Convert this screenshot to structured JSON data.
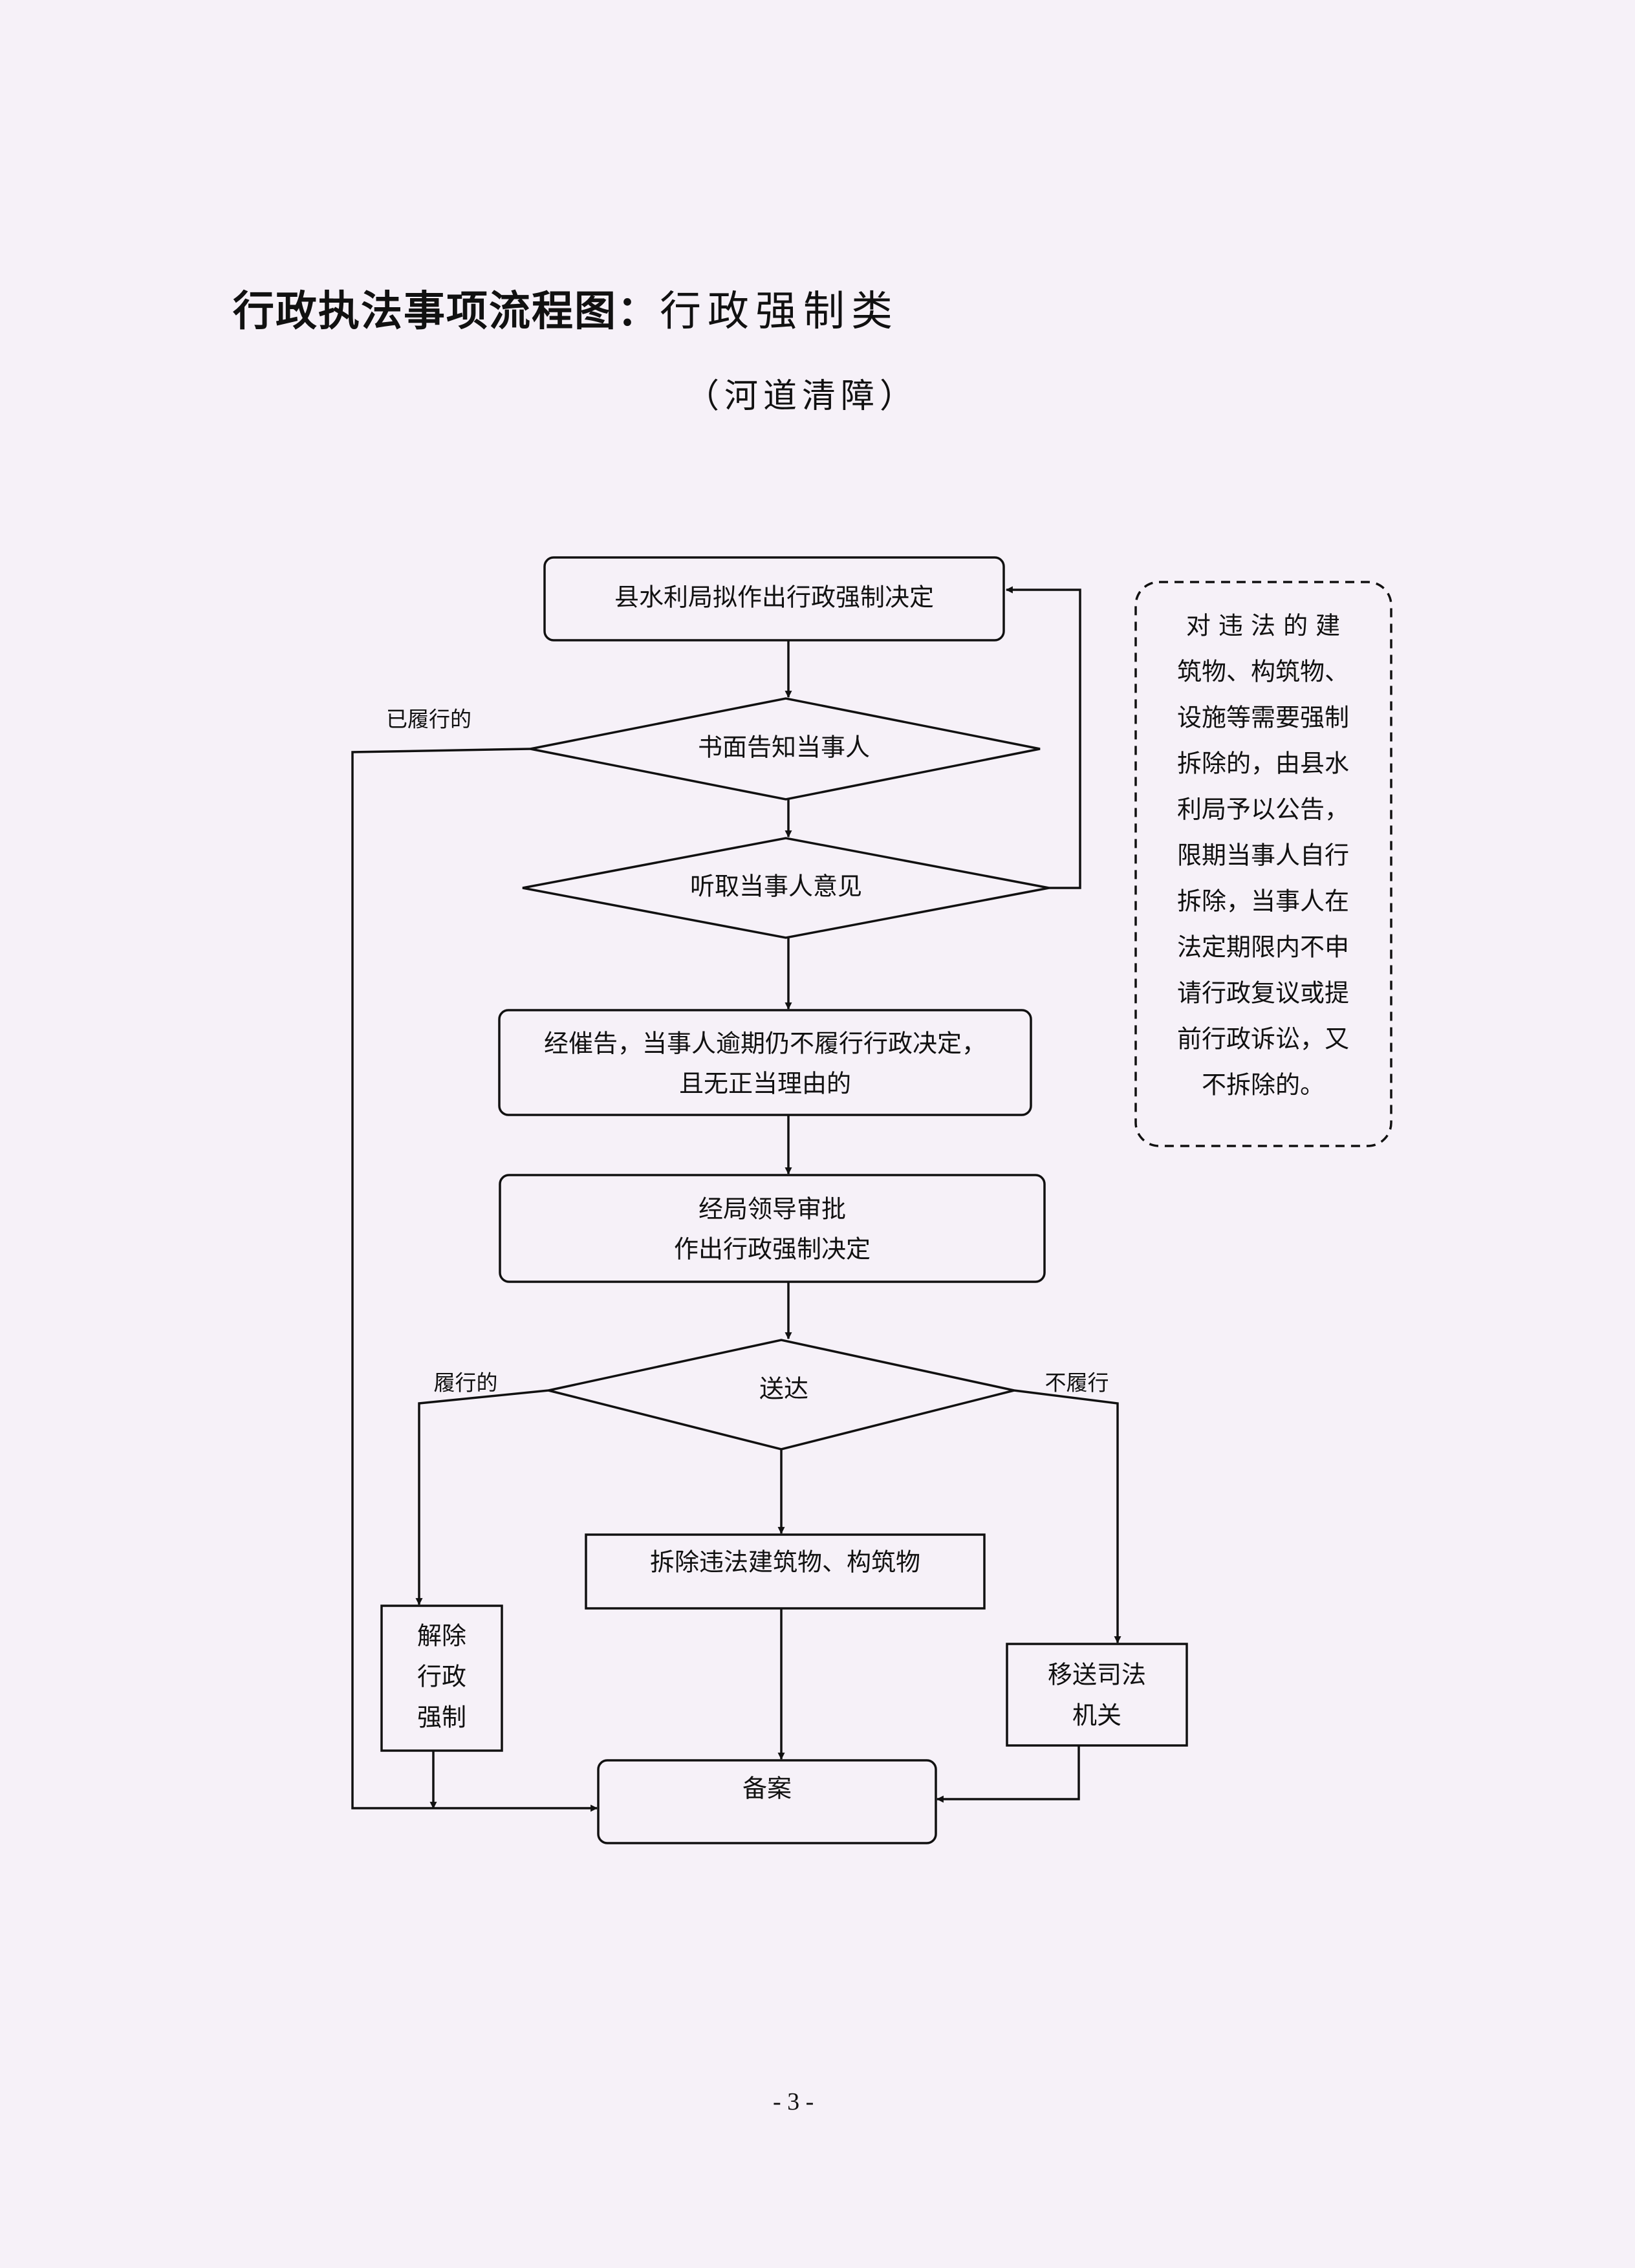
{
  "page": {
    "title_bold": "行政执法事项流程图：",
    "title_rest": "行政强制类",
    "subtitle": "（河道清障）",
    "page_number": "- 3 -"
  },
  "flow": {
    "nodes": {
      "decide": "县水利局拟作出行政强制决定",
      "notify": "书面告知当事人",
      "hear": "听取当事人意见",
      "overdue_1": "经催告，当事人逾期仍不履行行政决定，",
      "overdue_2": "且无正当理由的",
      "approve_1": "经局领导审批",
      "approve_2": "作出行政强制决定",
      "deliver": "送达",
      "demolish": "拆除违法建筑物、构筑物",
      "lift_1": "解除",
      "lift_2": "行政",
      "lift_3": "强制",
      "transfer_1": "移送司法",
      "transfer_2": "机关",
      "file": "备案"
    },
    "edges": {
      "fulfilled_early": "已履行的",
      "fulfilled": "履行的",
      "not_fulfilled": "不履行"
    },
    "note_lines": [
      "对 违 法 的 建",
      "筑物、构筑物、",
      "设施等需要强制",
      "拆除的，由县水",
      "利局予以公告，",
      "限期当事人自行",
      "拆除，当事人在",
      "法定期限内不申",
      "请行政复议或提",
      "前行政诉讼，又",
      "不拆除的。"
    ]
  },
  "colors": {
    "ink": "#111111",
    "paper": "#f6f1f8"
  }
}
